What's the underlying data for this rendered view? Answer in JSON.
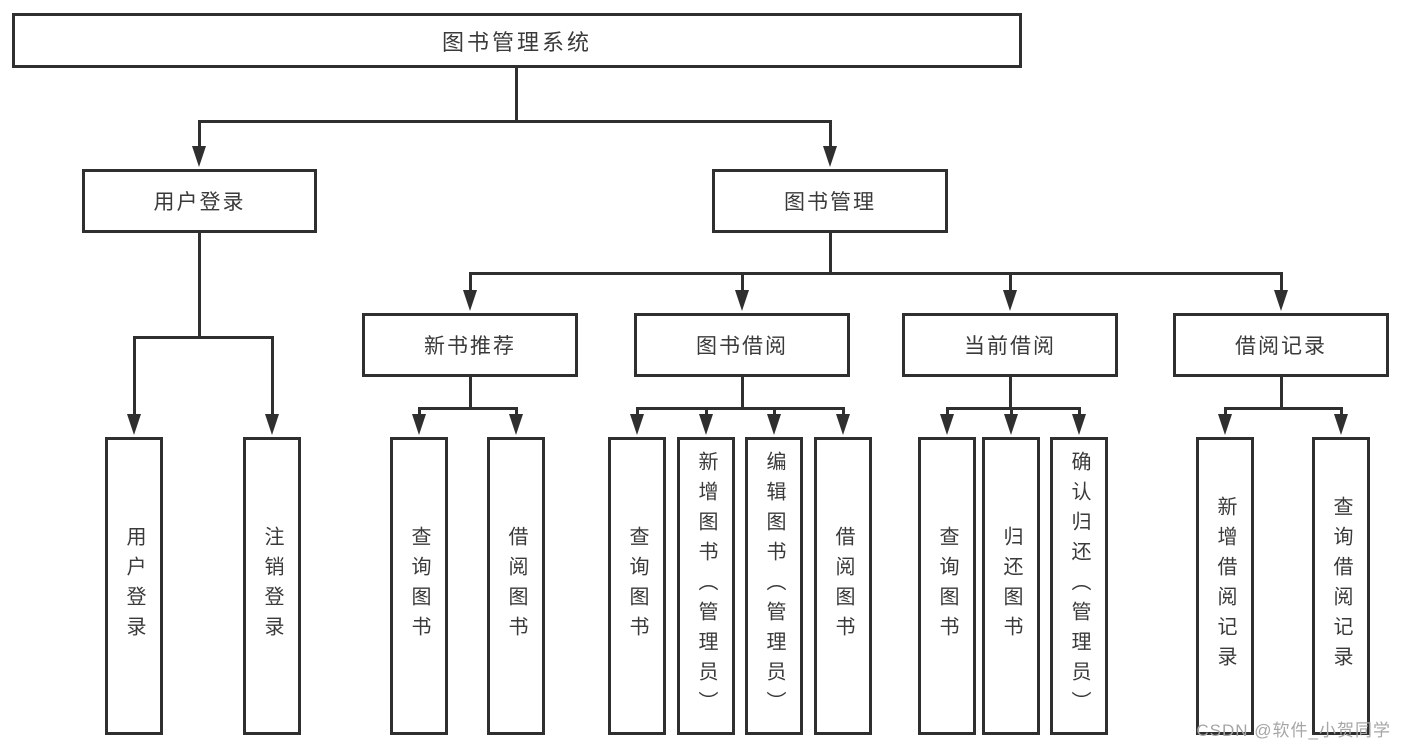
{
  "tree": {
    "root": "图书管理系统",
    "children": [
      {
        "label": "用户登录",
        "leaves": [
          "用户登录",
          "注销登录"
        ]
      },
      {
        "label": "图书管理",
        "groups": [
          {
            "label": "新书推荐",
            "leaves": [
              "查询图书",
              "借阅图书"
            ]
          },
          {
            "label": "图书借阅",
            "leaves": [
              "查询图书",
              "新增图书（管理员）",
              "编辑图书（管理员）",
              "借阅图书"
            ]
          },
          {
            "label": "当前借阅",
            "leaves": [
              "查询图书",
              "归还图书",
              "确认归还（管理员）"
            ]
          },
          {
            "label": "借阅记录",
            "leaves": [
              "新增借阅记录",
              "查询借阅记录"
            ]
          }
        ]
      }
    ]
  },
  "watermark": {
    "text": "CSDN @软件_小贺同学"
  },
  "colors": {
    "line": "#2f2f2f",
    "text": "#3a3a3a",
    "watermark": "#a6a6a6",
    "background": "#ffffff"
  }
}
